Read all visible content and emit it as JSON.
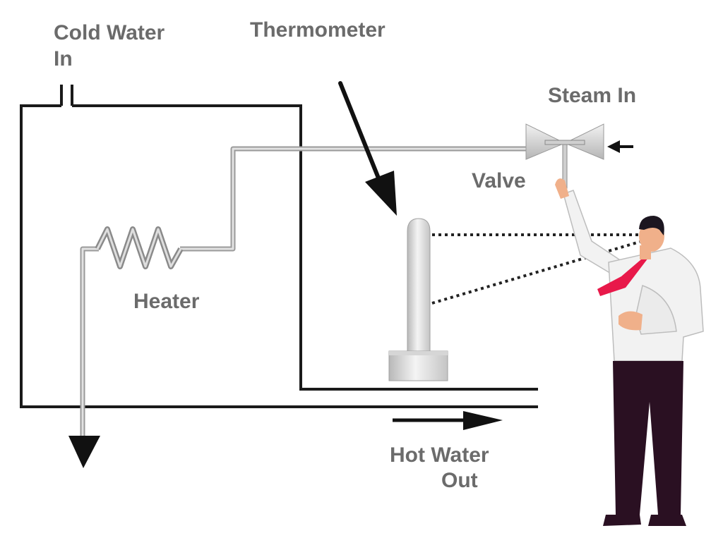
{
  "labels": {
    "cold_water_in": [
      "Cold Water",
      "In"
    ],
    "thermometer": "Thermometer",
    "steam_in": "Steam In",
    "valve": "Valve",
    "heater": "Heater",
    "hot_water_out": [
      "Hot Water",
      "Out"
    ]
  },
  "colors": {
    "label_text": "#6b6b6b",
    "lines": "#1a1a1a",
    "pipe": "#a8a8a8",
    "tie": "#e8194a",
    "pants": "#2a1022",
    "shirt": "#f2f2f2",
    "skin": "#f0b08a",
    "hair": "#1c1620"
  },
  "icons": [
    "tank-outline",
    "heater-coil",
    "thermometer",
    "steam-valve",
    "person-observer",
    "flow-arrows"
  ]
}
